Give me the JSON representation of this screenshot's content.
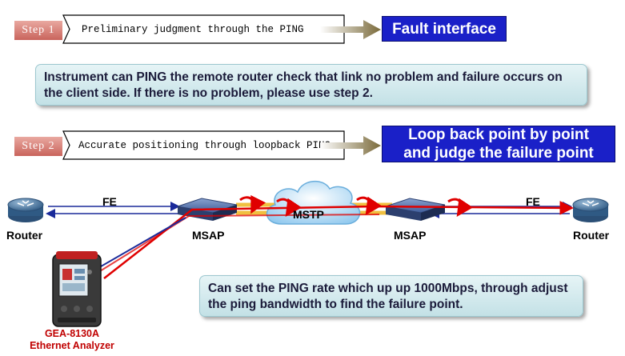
{
  "step1": {
    "badge": "Step 1",
    "text": "Preliminary judgment through the PING",
    "result": "Fault interface"
  },
  "info1": "Instrument can PING the remote router check that link no problem and failure occurs on the client side. If there is no problem, please use step 2.",
  "step2": {
    "badge": "Step 2",
    "text": "Accurate positioning through loopback PING",
    "result_line1": "Loop back point by point",
    "result_line2": "and judge the failure point"
  },
  "network": {
    "fe_left": "FE",
    "fe_right": "FE",
    "cloud": "MSTP",
    "router_left": "Router",
    "router_right": "Router",
    "msap_left": "MSAP",
    "msap_right": "MSAP"
  },
  "info2": "Can set the PING rate which up up 1000Mbps, through adjust the ping bandwidth to find the failure point.",
  "device": {
    "model": "GEA-8130A",
    "name": "Ethernet Analyzer"
  },
  "colors": {
    "badge": "#c9645c",
    "result_box": "#1a20c8",
    "signal": "#e00000",
    "link": "#1a2a9a"
  }
}
